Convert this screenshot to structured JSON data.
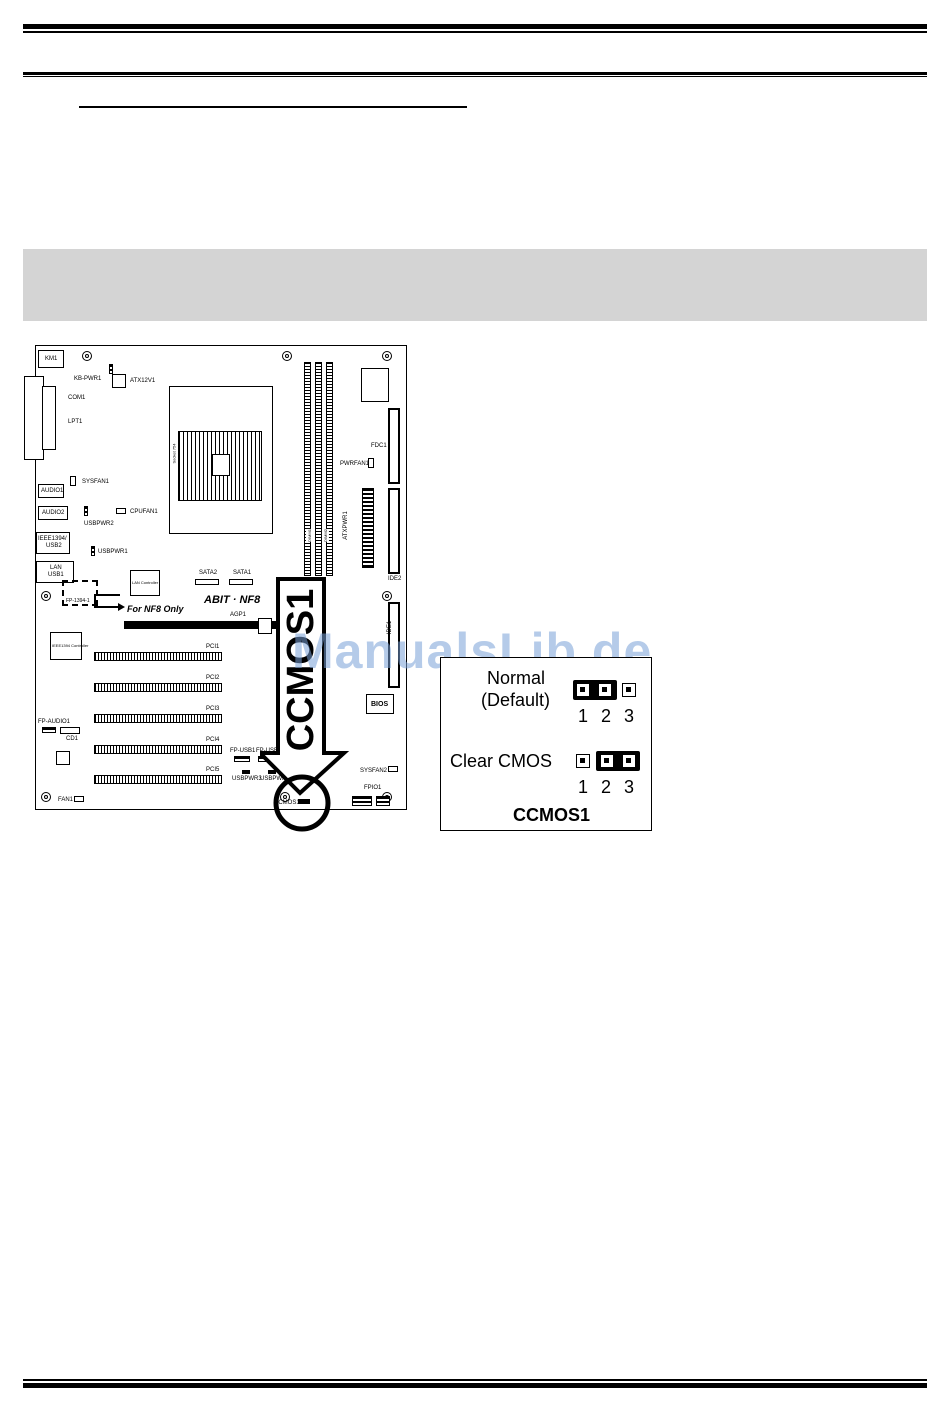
{
  "board": {
    "labels": {
      "km1": "KM1",
      "kbpwr1": "KB-PWR1",
      "atx12v1": "ATX12V1",
      "com1": "COM1",
      "lpt1": "LPT1",
      "sysfan1": "SYSFAN1",
      "audio1": "AUDIO1",
      "audio2": "AUDIO2",
      "usbpwr2": "USBPWR2",
      "cpufan1": "CPUFAN1",
      "ieee1394": "IEEE1394/",
      "usb2": "USB2",
      "usbpwr1": "USBPWR1",
      "lan": "LAN",
      "usb1": "USB1",
      "lan_controller": "LAN Controller",
      "sata2": "SATA2",
      "sata1": "SATA1",
      "fp1394_1": "FP-1394-1",
      "for_nf8": "For NF8 Only",
      "brand": "ABIT · NF8",
      "agp1": "AGP1",
      "ieee_controller": "IEEE1394 Controller",
      "pci1": "PCI1",
      "pci2": "PCI2",
      "pci3": "PCI3",
      "pci4": "PCI4",
      "pci5": "PCI5",
      "fpaudio1": "FP-AUDIO1",
      "cd1": "CD1",
      "fpusb1": "FP-USB1",
      "fpusb2": "FP-USB2",
      "usbpwr3": "USBPWR3",
      "usbpwr4": "USBPWR4",
      "fan1": "FAN1",
      "ccmos1_small": "CCMOS1",
      "fpio1": "FPIO1",
      "sysfan2": "SYSFAN2",
      "fdc1": "FDC1",
      "pwrfan1": "PWRFAN1",
      "atxpwr1": "ATXPWR1",
      "dimm1": "DIMM1",
      "dimm2": "DIMM2",
      "ide2": "IDE2",
      "ide1": "IDE1",
      "bios": "BIOS",
      "socket": "Socket 754"
    },
    "callout": "CCMOS1"
  },
  "jumper": {
    "normal": "Normal",
    "default": "(Default)",
    "clear": "Clear CMOS",
    "pin_numbers": [
      "1",
      "2",
      "3"
    ],
    "title": "CCMOS1"
  },
  "watermark": "ManualsLib.de"
}
